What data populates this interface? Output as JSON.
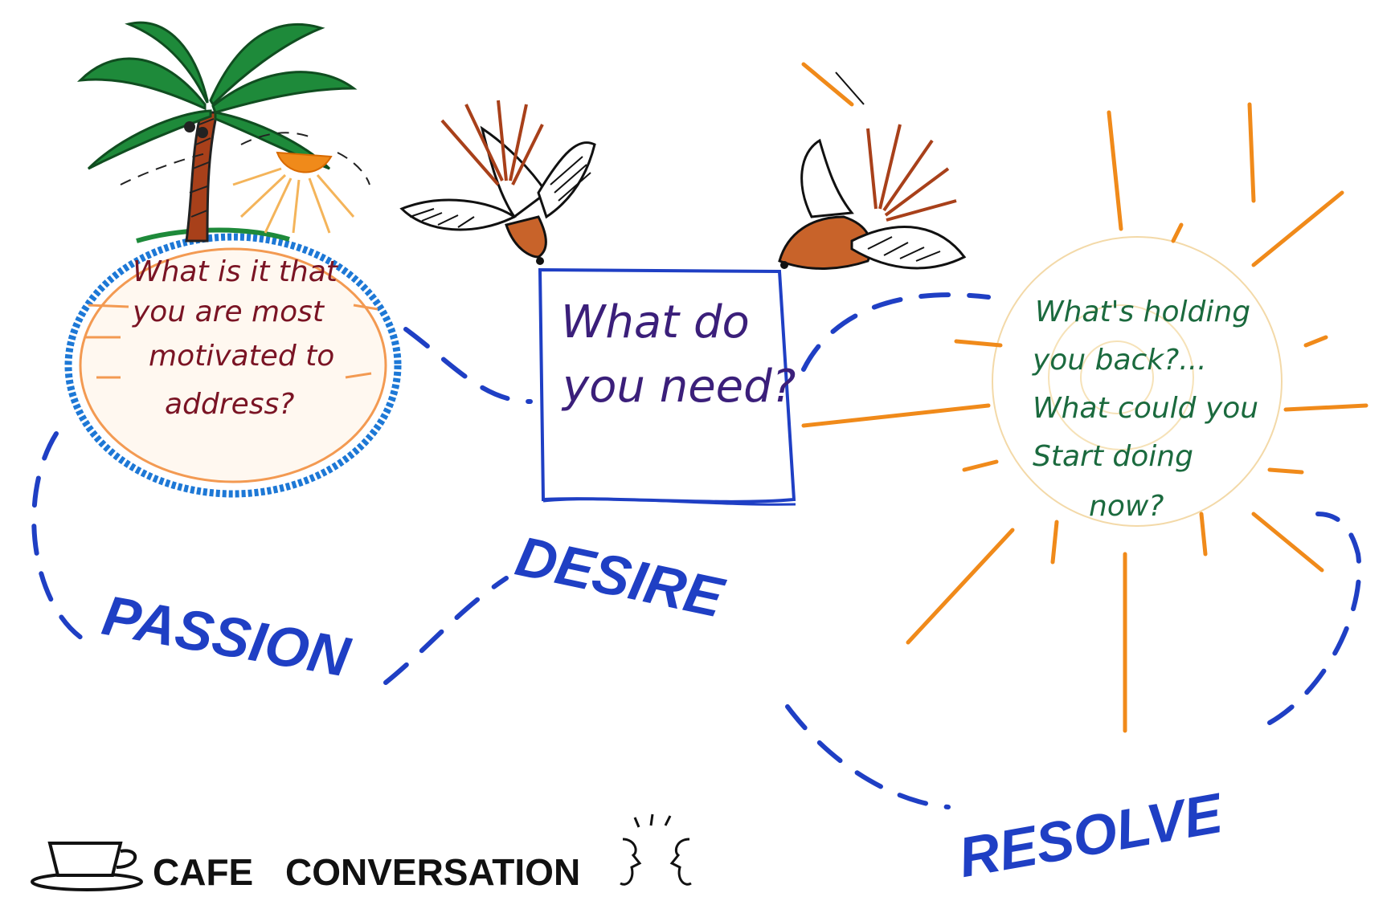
{
  "questions": {
    "passion_q": [
      "What is it that",
      "you are most",
      "motivated to",
      "address?"
    ],
    "desire_q": [
      "What do",
      "you need?"
    ],
    "resolve_q": [
      "What's holding",
      "you back?...",
      "What could you",
      "Start doing",
      "now?"
    ]
  },
  "path_words": {
    "passion": "PASSION",
    "desire": "DESIRE",
    "resolve": "RESOLVE"
  },
  "footer": {
    "title_part1": "CAFE",
    "title_part2": "CONVERSATION"
  },
  "colors": {
    "path_blue": "#1f3fc4",
    "passion_text": "#7a1424",
    "desire_text": "#3b1f7a",
    "resolve_text": "#1b6a3e",
    "sun_orange": "#f08a1a",
    "leaf_green": "#1e8a3a",
    "water_blue": "#1d78d6",
    "bird_brown": "#a8401a",
    "ink": "#111111"
  },
  "icons": [
    "palm-tree-icon",
    "island-icon",
    "sun-icon",
    "bird-icon",
    "coffee-cup-icon",
    "talking-faces-icon"
  ]
}
